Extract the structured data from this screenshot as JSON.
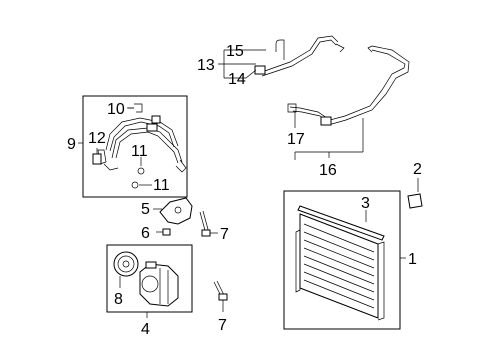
{
  "callouts": [
    {
      "id": "c1",
      "text": "1"
    },
    {
      "id": "c2",
      "text": "2"
    },
    {
      "id": "c3",
      "text": "3"
    },
    {
      "id": "c4",
      "text": "4"
    },
    {
      "id": "c5",
      "text": "5"
    },
    {
      "id": "c6",
      "text": "6"
    },
    {
      "id": "c7a",
      "text": "7"
    },
    {
      "id": "c7b",
      "text": "7"
    },
    {
      "id": "c8",
      "text": "8"
    },
    {
      "id": "c9",
      "text": "9"
    },
    {
      "id": "c10",
      "text": "10"
    },
    {
      "id": "c11a",
      "text": "11"
    },
    {
      "id": "c11b",
      "text": "11"
    },
    {
      "id": "c12",
      "text": "12"
    },
    {
      "id": "c13",
      "text": "13"
    },
    {
      "id": "c14",
      "text": "14"
    },
    {
      "id": "c15",
      "text": "15"
    },
    {
      "id": "c16",
      "text": "16"
    },
    {
      "id": "c17",
      "text": "17"
    }
  ]
}
